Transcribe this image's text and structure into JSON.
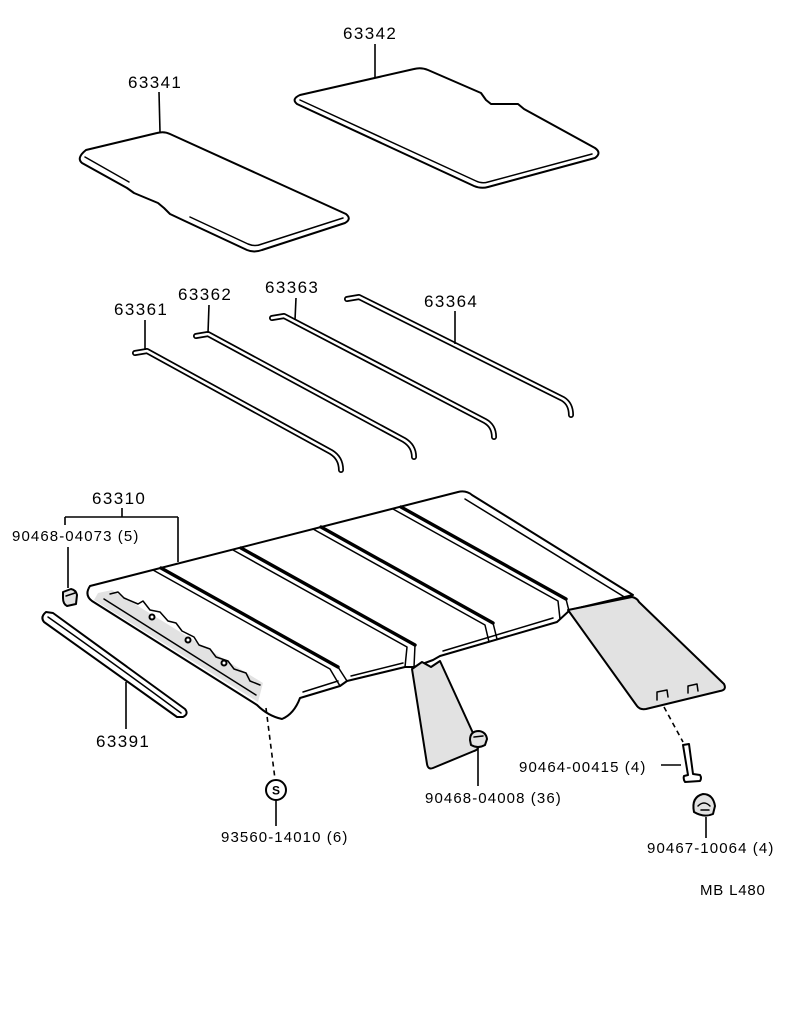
{
  "colors": {
    "line": "#000000",
    "paper": "#ffffff",
    "shade": "#e2e2e2"
  },
  "parts": {
    "panel_63342": "63342",
    "panel_63341": "63341",
    "strip_63361": "63361",
    "strip_63362": "63362",
    "strip_63363": "63363",
    "strip_63364": "63364",
    "headliner_63310": "63310",
    "clip_90468_04073": "90468-04073 (5)",
    "front_trim_63391": "63391",
    "screw_93560_14010": "93560-14010 (6)",
    "clip_90468_04008": "90468-04008 (36)",
    "pin_90464_00415": "90464-00415 (4)",
    "nut_90467_10064": "90467-10064 (4)"
  },
  "screw_symbol": "S",
  "diagram_code": "MB L480"
}
